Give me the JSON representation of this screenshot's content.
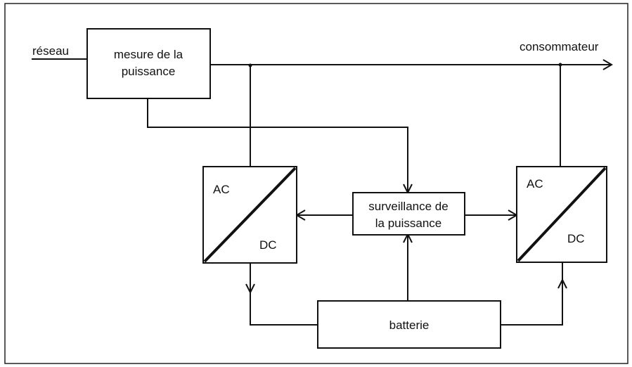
{
  "labels": {
    "grid": "réseau",
    "consumer": "consommateur",
    "measure_line1": "mesure de la",
    "measure_line2": "puissance",
    "monitor_line1": "surveillance de",
    "monitor_line2": "la puissance",
    "battery": "batterie",
    "conv_left_ac": "AC",
    "conv_left_dc": "DC",
    "conv_right_ac": "AC",
    "conv_right_dc": "DC"
  }
}
